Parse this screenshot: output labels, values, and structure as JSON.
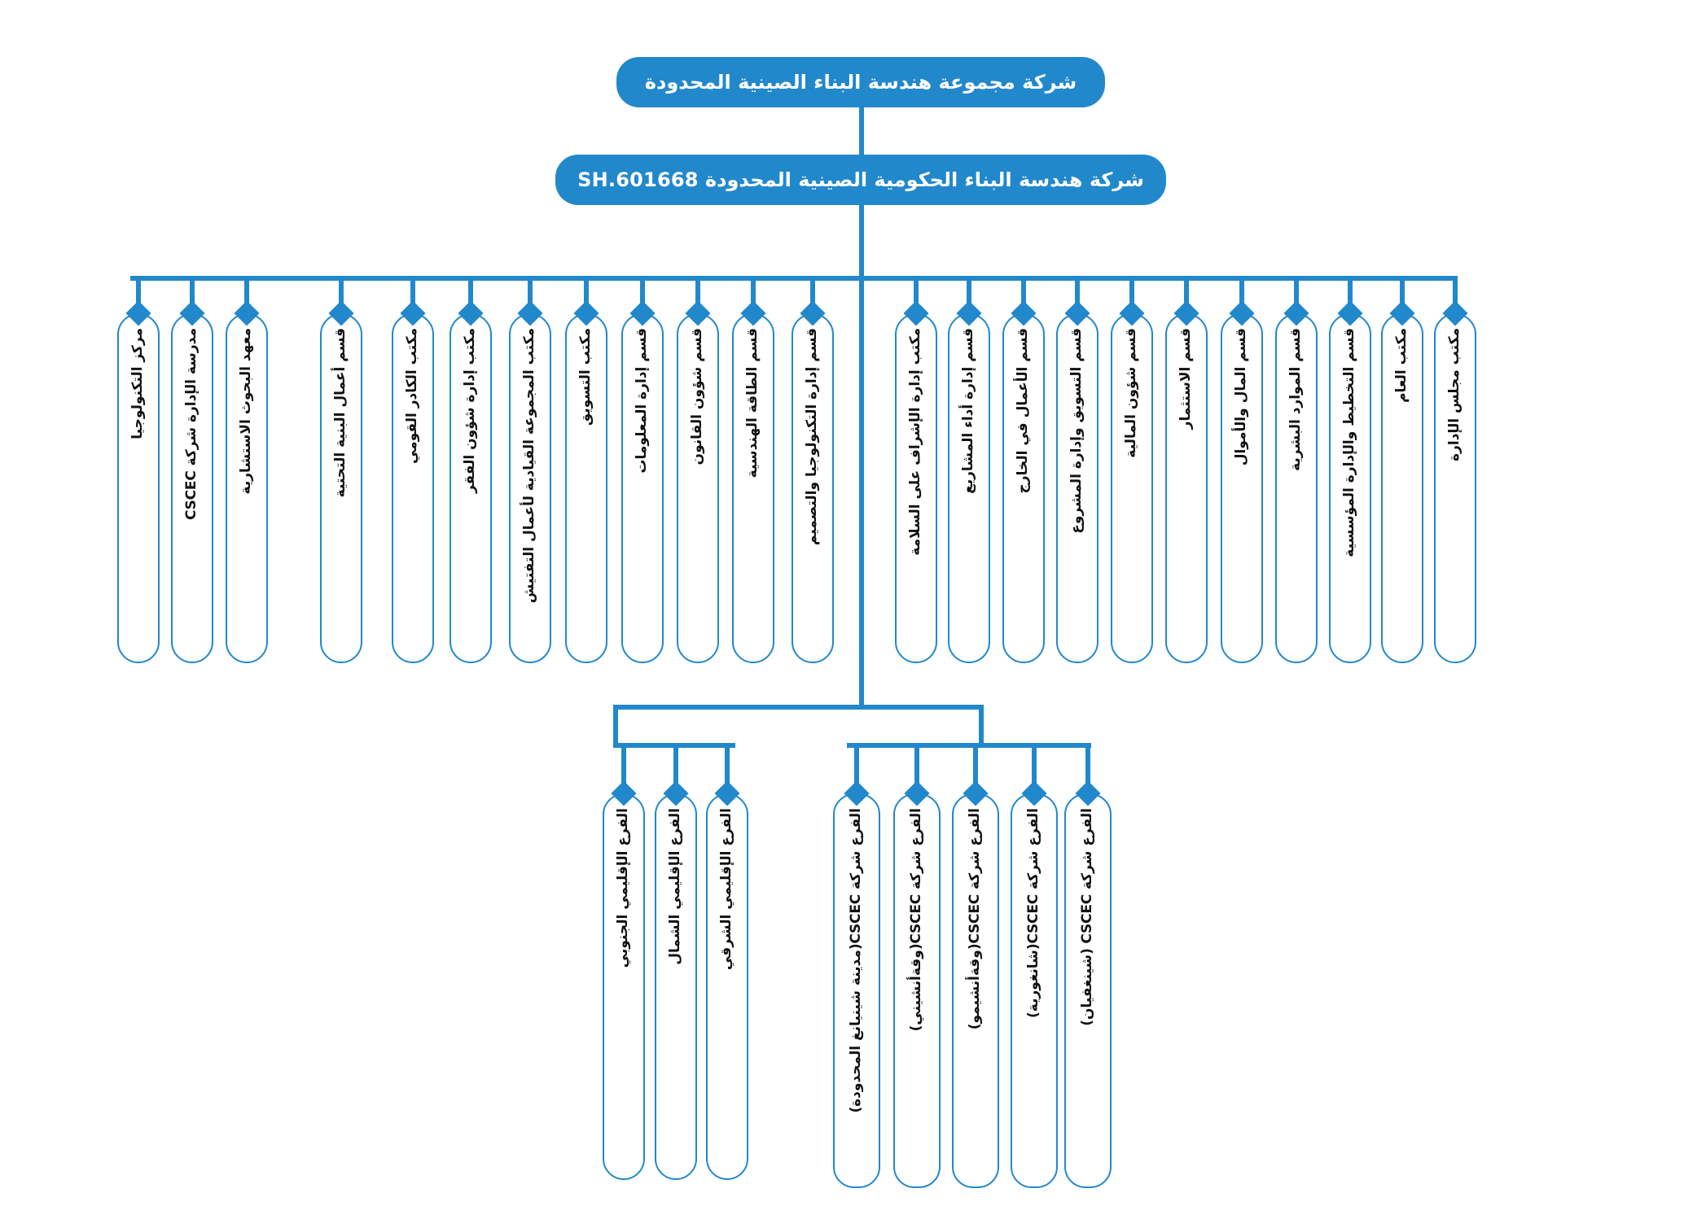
{
  "theme": {
    "accent": "#2288cc",
    "node_fill": "#ffffff",
    "node_text": "#111111",
    "box_text": "#ffffff"
  },
  "chart_data": {
    "type": "diagram",
    "title": "شركة مجموعة هندسة البناء الصينية المحدودة",
    "orientation": "top-down organizational chart",
    "levels": 3
  },
  "root": {
    "label": "شركة مجموعة هندسة البناء الصينية المحدودة"
  },
  "government": {
    "label": "شركة هندسة البناء الحكومية الصينية المحدودة SH.601668"
  },
  "departments": [
    {
      "id": 1,
      "label": "مركز التكنولوجيا"
    },
    {
      "id": 2,
      "label": "مدرسة الإدارة شركة CSCEC"
    },
    {
      "id": 3,
      "label": "معهد البحوث الاستشارية"
    },
    {
      "id": 4,
      "label": "قسم أعمال البنية التحتية"
    },
    {
      "id": 5,
      "label": "مكتب الكادر القومي"
    },
    {
      "id": 6,
      "label": "مكتب إدارة شؤون الفقر"
    },
    {
      "id": 7,
      "label": "مكتب المجموعة القيادية لأعمال التفتيش"
    },
    {
      "id": 8,
      "label": "مكتب التسويق"
    },
    {
      "id": 9,
      "label": "قسم إدارة المعلومات"
    },
    {
      "id": 10,
      "label": "قسم شؤون القانون"
    },
    {
      "id": 11,
      "label": "قسم الطاقة الهندسية"
    },
    {
      "id": 12,
      "label": "قسم إدارة التكنولوجيا والتصميم"
    },
    {
      "id": 13,
      "label": "مكتب إدارة الإشراف على السلامة"
    },
    {
      "id": 14,
      "label": "قسم إدارة أداء المشاريع"
    },
    {
      "id": 15,
      "label": "قسم الأعمال في الخارج"
    },
    {
      "id": 16,
      "label": "قسم التسويق وإدارة المشروع"
    },
    {
      "id": 17,
      "label": "قسم شؤون المالية"
    },
    {
      "id": 18,
      "label": "قسم الاستثمار"
    },
    {
      "id": 19,
      "label": "قسم المال والأموال"
    },
    {
      "id": 20,
      "label": "قسم الموارد البشرية"
    },
    {
      "id": 21,
      "label": "قسم التخطيط والإدارة المؤسسية"
    },
    {
      "id": 22,
      "label": "مكتب العام"
    },
    {
      "id": 23,
      "label": "مكتب مجلس الإدارة"
    }
  ],
  "regional_branches": [
    {
      "id": 1,
      "label": "الفرع الإقليمي الشرقي"
    },
    {
      "id": 2,
      "label": "الفرع الإقليمي الشمال"
    },
    {
      "id": 3,
      "label": "الفرع الإقليمي الجنوبي"
    }
  ],
  "subsidiaries": [
    {
      "id": 1,
      "label": "الفرع شركة CSCEC(مدينة شينيانغ المحدودة)"
    },
    {
      "id": 2,
      "label": "الفرع شركة CSCEC(وقةأنشيني)"
    },
    {
      "id": 3,
      "label": "الفرع شركة CSCEC(وقةأنشيمو)"
    },
    {
      "id": 4,
      "label": "الفرع شركة CSCEC(شانغورية)"
    },
    {
      "id": 5,
      "label": "الفرع شركة CSCEC (شينغفيان)"
    }
  ]
}
